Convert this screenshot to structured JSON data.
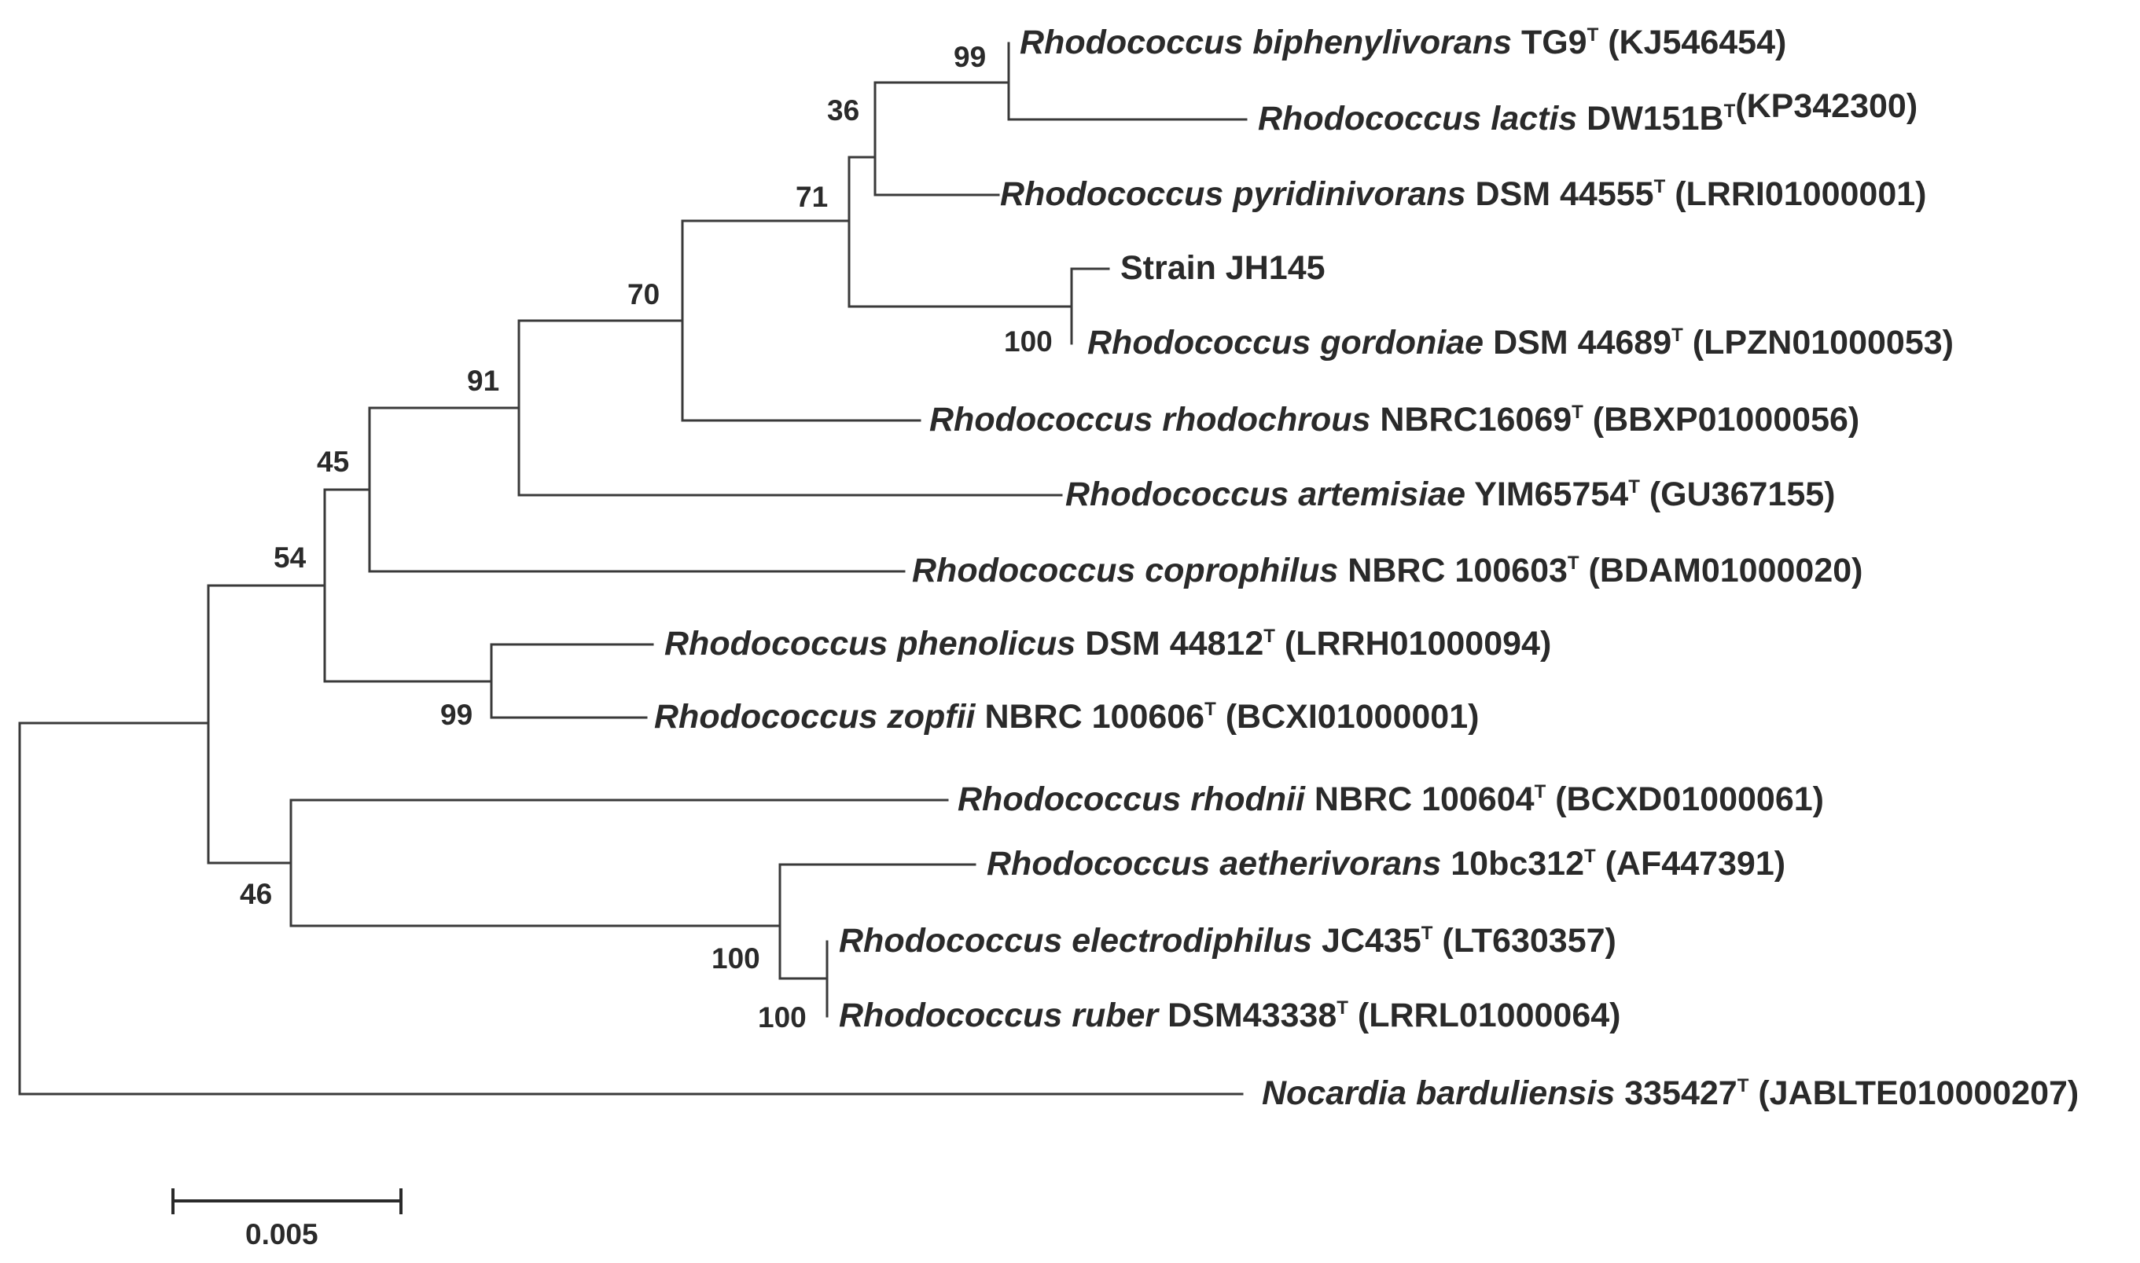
{
  "tree": {
    "taxa": [
      {
        "id": "biphenylivorans",
        "genus_species": "Rhodococcus biphenylivorans",
        "strain": "TG9",
        "type_mark": "T",
        "accession": "(KJ546454)"
      },
      {
        "id": "lactis",
        "genus_species": "Rhodococcus lactis",
        "strain": "DW151B",
        "type_mark": "T",
        "accession": "(KP342300)"
      },
      {
        "id": "pyridinivorans",
        "genus_species": "Rhodococcus pyridinivorans",
        "strain": "DSM 44555",
        "type_mark": "T",
        "accession": "(LRRI01000001)"
      },
      {
        "id": "jh145",
        "genus_species": "",
        "strain": "Strain JH145",
        "type_mark": "",
        "accession": ""
      },
      {
        "id": "gordoniae",
        "genus_species": "Rhodococcus gordoniae",
        "strain": "DSM 44689",
        "type_mark": "T",
        "accession": "(LPZN01000053)"
      },
      {
        "id": "rhodochrous",
        "genus_species": "Rhodococcus rhodochrous",
        "strain": "NBRC16069",
        "type_mark": "T",
        "accession": "(BBXP01000056)"
      },
      {
        "id": "artemisiae",
        "genus_species": "Rhodococcus artemisiae",
        "strain": "YIM65754",
        "type_mark": "T",
        "accession": "(GU367155)"
      },
      {
        "id": "coprophilus",
        "genus_species": "Rhodococcus coprophilus",
        "strain": "NBRC 100603",
        "type_mark": "T",
        "accession": "(BDAM01000020)"
      },
      {
        "id": "phenolicus",
        "genus_species": "Rhodococcus phenolicus",
        "strain": "DSM 44812",
        "type_mark": "T",
        "accession": "(LRRH01000094)"
      },
      {
        "id": "zopfii",
        "genus_species": "Rhodococcus zopfii",
        "strain": "NBRC 100606",
        "type_mark": "T",
        "accession": "(BCXI01000001)"
      },
      {
        "id": "rhodnii",
        "genus_species": "Rhodococcus rhodnii",
        "strain": "NBRC 100604",
        "type_mark": "T",
        "accession": "(BCXD01000061)"
      },
      {
        "id": "aetherivorans",
        "genus_species": "Rhodococcus aetherivorans",
        "strain": "10bc312",
        "type_mark": "T",
        "accession": "(AF447391)"
      },
      {
        "id": "electrodiphilus",
        "genus_species": "Rhodococcus electrodiphilus",
        "strain": "JC435",
        "type_mark": "T",
        "accession": "(LT630357)"
      },
      {
        "id": "ruber",
        "genus_species": "Rhodococcus ruber",
        "strain": "DSM43338",
        "type_mark": "T",
        "accession": "(LRRL01000064)"
      },
      {
        "id": "bardulensis",
        "genus_species": "Nocardia barduliensis",
        "strain": "335427",
        "type_mark": "T",
        "accession": "(JABLTE010000207)"
      }
    ],
    "bootstrap": {
      "n_bip_lac": "99",
      "n_bip_lac_pyr": "36",
      "n_gord": "100",
      "n_71": "71",
      "n_70": "70",
      "n_91": "91",
      "n_45": "45",
      "n_phen_zopf": "99",
      "n_54": "54",
      "n_elec_rub": "100",
      "n_aeth": "100",
      "n_46": "46"
    }
  },
  "scale": {
    "label": "0.005"
  }
}
